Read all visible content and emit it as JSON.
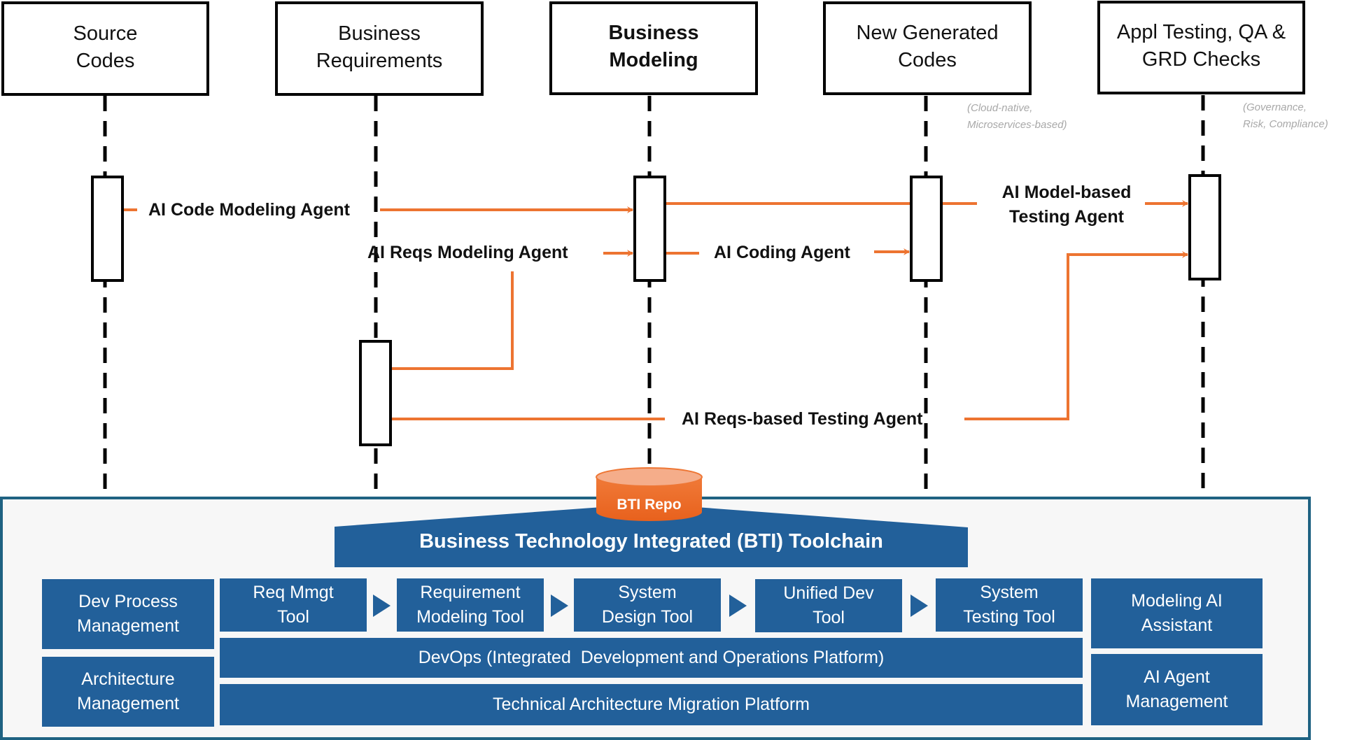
{
  "actors": [
    {
      "id": "source-codes",
      "lines": [
        "Source",
        "Codes"
      ],
      "bold": false
    },
    {
      "id": "business-requirements",
      "lines": [
        "Business",
        "Requirements"
      ],
      "bold": false
    },
    {
      "id": "business-modeling",
      "lines": [
        "Business",
        "Modeling"
      ],
      "bold": true
    },
    {
      "id": "new-generated-codes",
      "lines": [
        "New Generated",
        "Codes"
      ],
      "bold": false
    },
    {
      "id": "appl-testing",
      "lines": [
        "Appl Testing, QA &",
        "GRD Checks"
      ],
      "bold": false
    }
  ],
  "notes": {
    "new_generated_codes": [
      "(Cloud-native,",
      "Microservices-based)"
    ],
    "appl_testing": [
      "(Governance,",
      "Risk, Compliance)"
    ]
  },
  "messages": {
    "code_modeling": "AI Code Modeling Agent",
    "reqs_modeling": "AI Reqs Modeling  Agent",
    "coding": "AI Coding Agent",
    "model_testing": [
      "AI Model-based",
      "Testing Agent"
    ],
    "reqs_testing": "AI Reqs-based Testing  Agent"
  },
  "colors": {
    "arrow": "#ed7431",
    "toolchain_blue": "#22609a",
    "toolchain_border": "#1f6282",
    "repo_orange": "#ef6f2a"
  },
  "toolchain": {
    "repo_label": "BTI Repo",
    "title": "Business Technology Integrated (BTI) Toolchain",
    "left": [
      {
        "lines": [
          "Dev Process",
          "Management"
        ]
      },
      {
        "lines": [
          "Architecture",
          "Management"
        ]
      }
    ],
    "pipeline": [
      {
        "lines": [
          "Req Mmgt",
          "Tool"
        ]
      },
      {
        "lines": [
          "Requirement",
          "Modeling Tool"
        ]
      },
      {
        "lines": [
          "System",
          "Design Tool"
        ]
      },
      {
        "lines": [
          "Unified Dev",
          "Tool"
        ]
      },
      {
        "lines": [
          "System",
          "Testing Tool"
        ]
      }
    ],
    "devops": "DevOps (Integrated  Development and Operations Platform)",
    "migration": "Technical Architecture Migration Platform",
    "right": [
      {
        "lines": [
          "Modeling AI",
          "Assistant"
        ]
      },
      {
        "lines": [
          "AI Agent",
          "Management"
        ]
      }
    ]
  }
}
